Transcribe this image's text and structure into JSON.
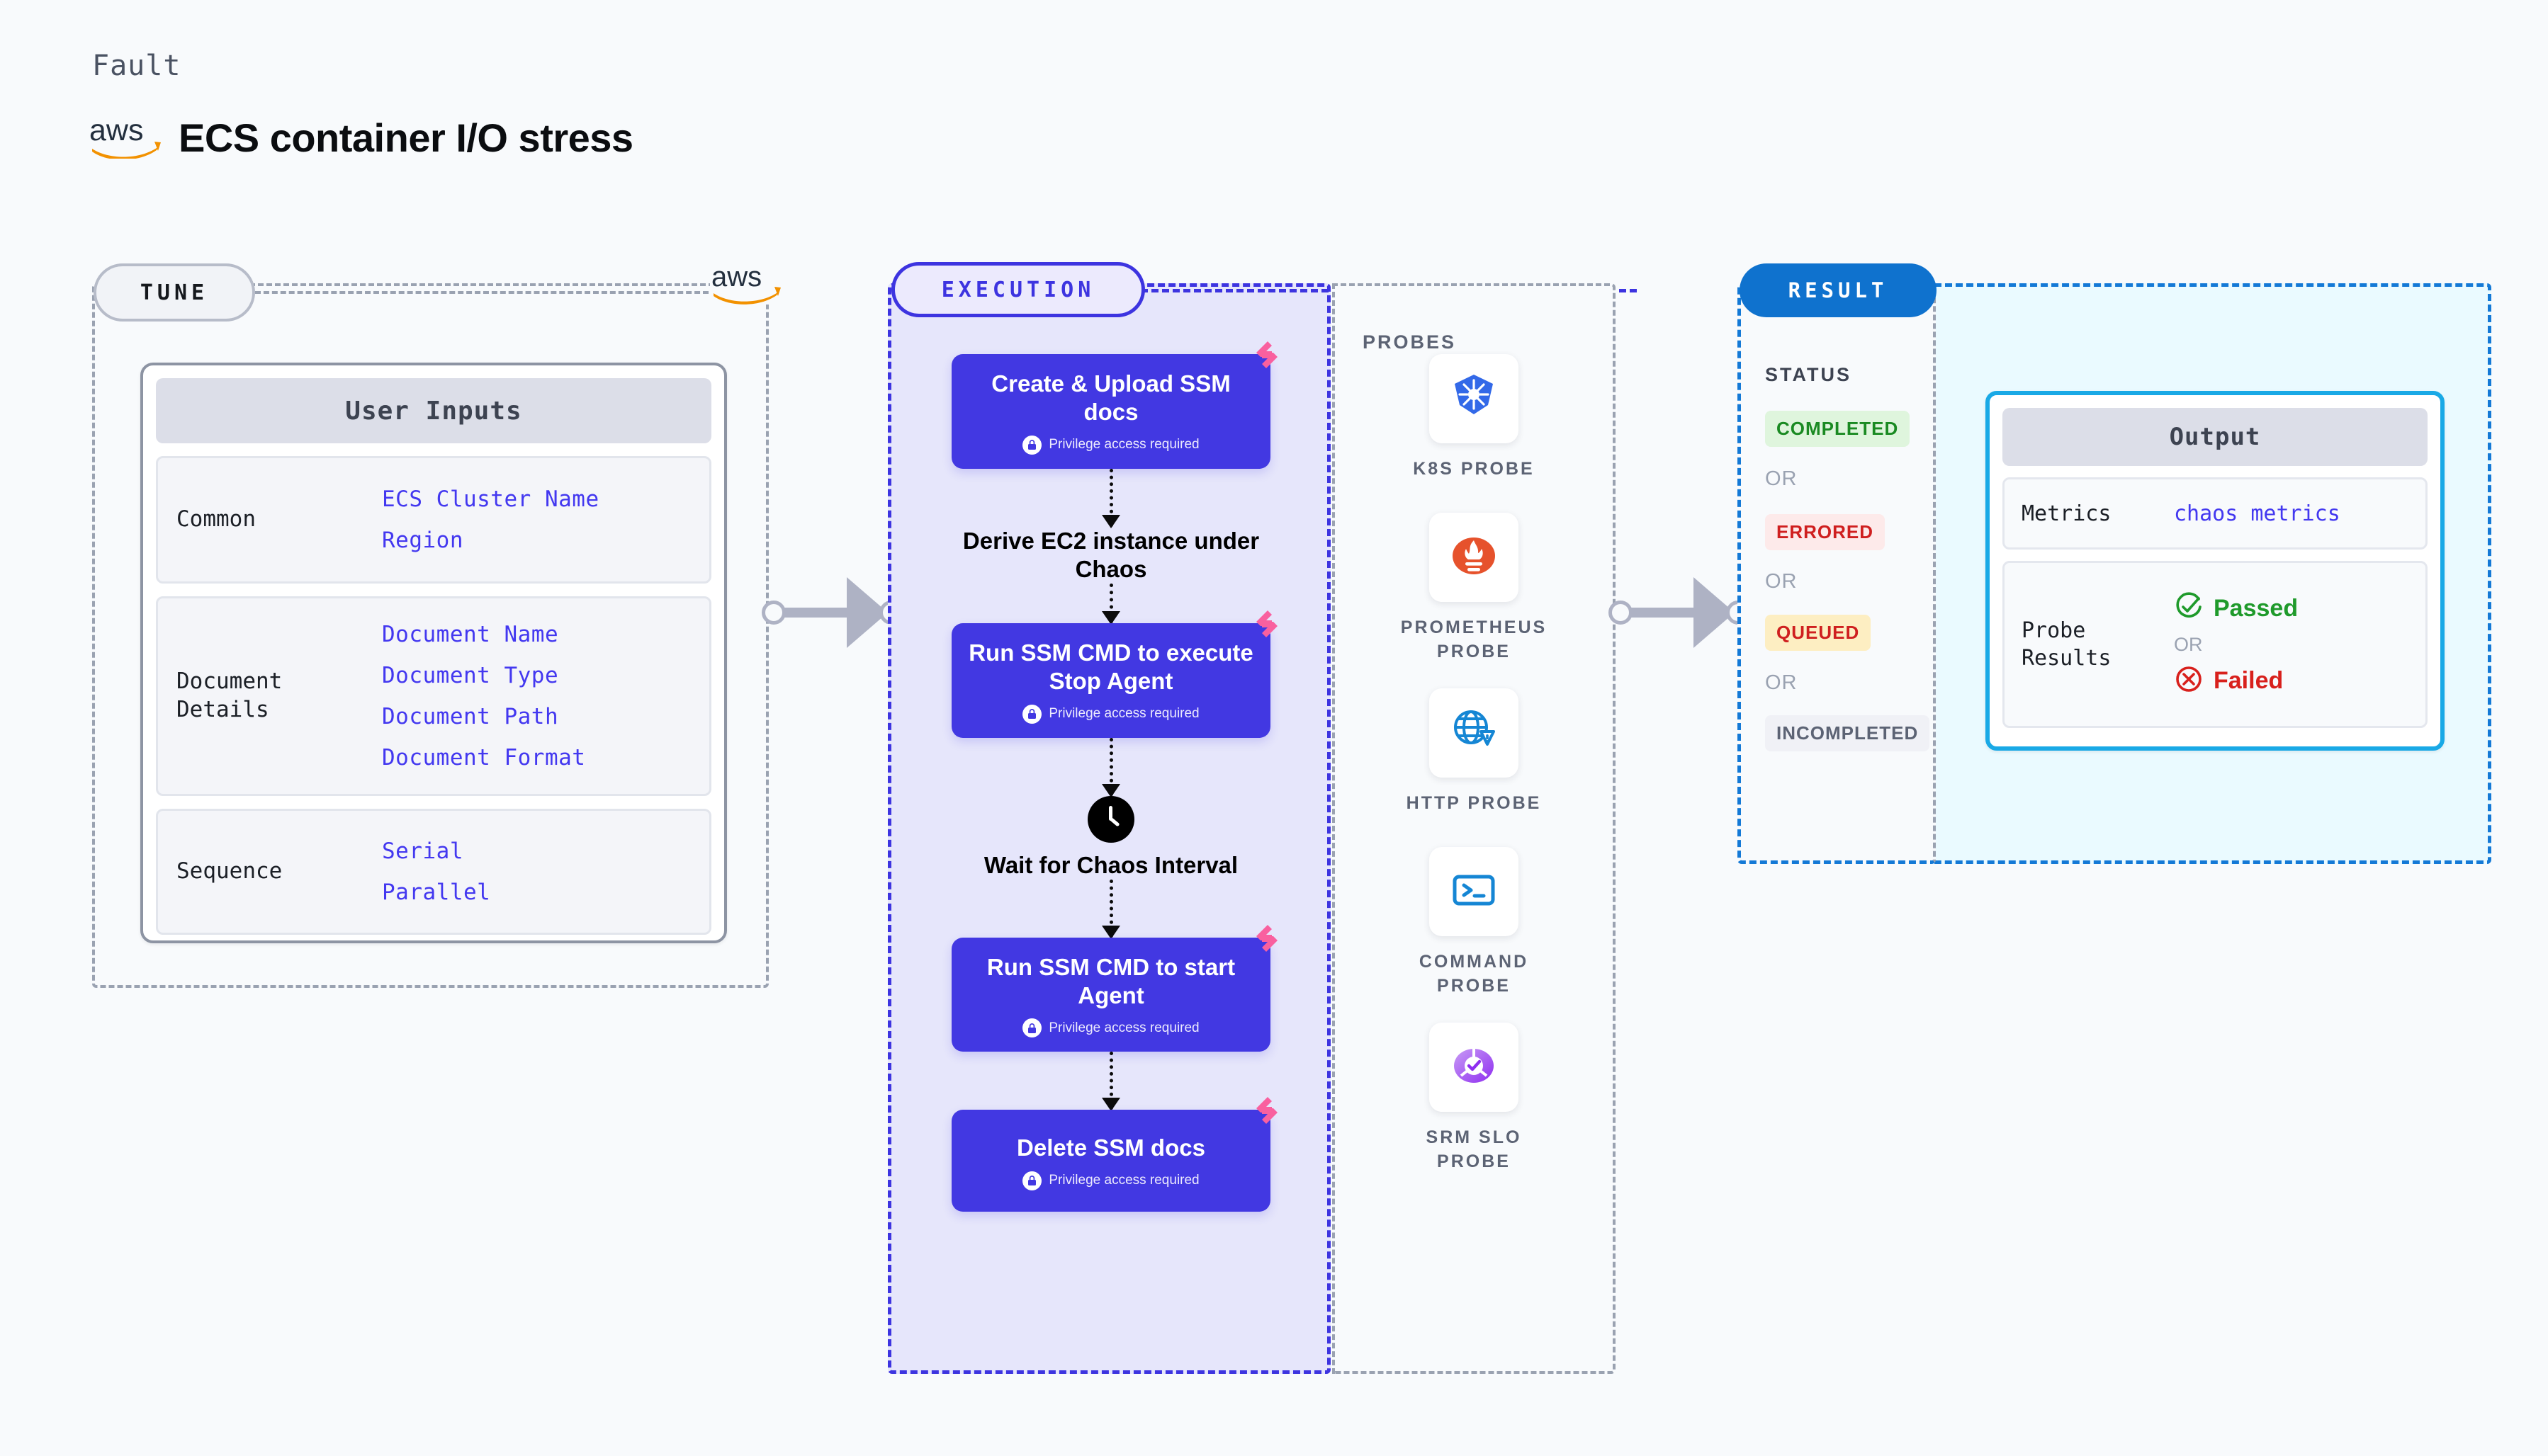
{
  "header": {
    "eyebrow": "Fault",
    "title": "ECS container I/O stress",
    "logo_icon": "aws-logo"
  },
  "tune": {
    "pill_label": "TUNE",
    "logo_icon": "aws-logo",
    "card_title": "User Inputs",
    "groups": [
      {
        "label": "Common",
        "values": [
          "ECS Cluster Name",
          "Region"
        ]
      },
      {
        "label": "Document\nDetails",
        "values": [
          "Document Name",
          "Document Type",
          "Document Path",
          "Document Format"
        ]
      },
      {
        "label": "Sequence",
        "values": [
          "Serial",
          "Parallel"
        ]
      }
    ]
  },
  "execution": {
    "pill_label": "EXECUTION",
    "privilege_note": "Privilege access required",
    "steps": [
      {
        "type": "card",
        "title": "Create & Upload SSM docs",
        "privileged": true,
        "badge_icon": "harness-badge-icon"
      },
      {
        "type": "plain",
        "title": "Derive EC2 instance under Chaos",
        "icon": ""
      },
      {
        "type": "card",
        "title": "Run SSM CMD to execute Stop Agent",
        "privileged": true,
        "badge_icon": "harness-badge-icon"
      },
      {
        "type": "plain",
        "title": "Wait for Chaos Interval",
        "icon": "clock-icon"
      },
      {
        "type": "card",
        "title": "Run SSM CMD to start Agent",
        "privileged": true,
        "badge_icon": "harness-badge-icon"
      },
      {
        "type": "card",
        "title": "Delete SSM docs",
        "privileged": true,
        "badge_icon": "harness-badge-icon"
      }
    ]
  },
  "probes": {
    "title": "PROBES",
    "items": [
      {
        "name": "K8S PROBE",
        "icon": "kubernetes-icon"
      },
      {
        "name": "PROMETHEUS PROBE",
        "icon": "prometheus-icon"
      },
      {
        "name": "HTTP PROBE",
        "icon": "http-globe-warning-icon"
      },
      {
        "name": "COMMAND PROBE",
        "icon": "terminal-icon"
      },
      {
        "name": "SRM SLO PROBE",
        "icon": "srm-slo-icon"
      }
    ]
  },
  "result": {
    "pill_label": "RESULT",
    "status_title": "STATUS",
    "or_label": "OR",
    "statuses": [
      {
        "label": "COMPLETED",
        "bg": "#dff5dd",
        "fg": "#1a8a22"
      },
      {
        "label": "ERRORED",
        "bg": "#fdeaea",
        "fg": "#cf1f1f"
      },
      {
        "label": "QUEUED",
        "bg": "#fdeec2",
        "fg": "#cf1f1f"
      },
      {
        "label": "INCOMPLETED",
        "bg": "#f0f1f6",
        "fg": "#5c6374"
      }
    ],
    "output": {
      "card_title": "Output",
      "metrics_label": "Metrics",
      "metrics_value": "chaos metrics",
      "probe_results_label": "Probe\nResults",
      "passed_label": "Passed",
      "failed_label": "Failed",
      "or_label": "OR",
      "passed_icon": "check-circle-icon",
      "failed_icon": "x-circle-icon"
    }
  },
  "colors": {
    "accent_purple": "#4238e2",
    "accent_blue": "#0f72ce",
    "accent_cyan": "#19a9e6",
    "pink_badge": "#f9609f",
    "aws_orange": "#f29100"
  }
}
